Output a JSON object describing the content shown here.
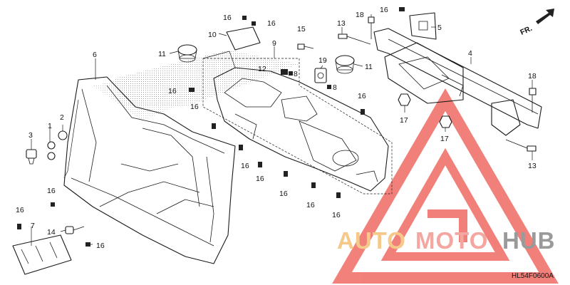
{
  "diagram": {
    "code": "HL54F0600A",
    "front_indicator": "FR.",
    "callouts": [
      "1",
      "2",
      "3",
      "4",
      "5",
      "6",
      "7",
      "8",
      "9",
      "10",
      "11",
      "12",
      "13",
      "14",
      "15",
      "16",
      "17",
      "18",
      "19"
    ],
    "labels": [
      {
        "id": "l16a",
        "text": "16"
      },
      {
        "id": "l16b",
        "text": "16"
      },
      {
        "id": "l10",
        "text": "10"
      },
      {
        "id": "l11a",
        "text": "11"
      },
      {
        "id": "l9",
        "text": "9"
      },
      {
        "id": "l15",
        "text": "15"
      },
      {
        "id": "l12",
        "text": "12"
      },
      {
        "id": "l8",
        "text": "8"
      },
      {
        "id": "l19",
        "text": "19"
      },
      {
        "id": "l11b",
        "text": "11"
      },
      {
        "id": "l13a",
        "text": "13"
      },
      {
        "id": "l18a",
        "text": "18"
      },
      {
        "id": "l16c",
        "text": "16"
      },
      {
        "id": "l5",
        "text": "5"
      },
      {
        "id": "l4",
        "text": "4"
      },
      {
        "id": "l6",
        "text": "6"
      },
      {
        "id": "l16d",
        "text": "16"
      },
      {
        "id": "l16e",
        "text": "16"
      },
      {
        "id": "l16f",
        "text": "16"
      },
      {
        "id": "l2",
        "text": "2"
      },
      {
        "id": "l1",
        "text": "1"
      },
      {
        "id": "l3",
        "text": "3"
      },
      {
        "id": "l16g",
        "text": "16"
      },
      {
        "id": "l16h",
        "text": "16"
      },
      {
        "id": "l16i",
        "text": "16"
      },
      {
        "id": "l16j",
        "text": "16"
      },
      {
        "id": "l16k",
        "text": "16"
      },
      {
        "id": "l16l",
        "text": "16"
      },
      {
        "id": "l16m",
        "text": "16"
      },
      {
        "id": "l7",
        "text": "7"
      },
      {
        "id": "l14",
        "text": "14"
      },
      {
        "id": "l16n",
        "text": "16"
      },
      {
        "id": "l17a",
        "text": "17"
      },
      {
        "id": "l17b",
        "text": "17"
      },
      {
        "id": "l18b",
        "text": "18"
      },
      {
        "id": "l13b",
        "text": "13"
      },
      {
        "id": "l8b",
        "text": "8"
      }
    ]
  },
  "watermark": {
    "word1": "AUTO",
    "word2": "MOTO",
    "word3": "HUB",
    "color_auto": "#f5c98a",
    "color_moto": "#f4a6a0",
    "color_hub": "#9a9a9a",
    "triangle_color": "#ef6b63"
  }
}
